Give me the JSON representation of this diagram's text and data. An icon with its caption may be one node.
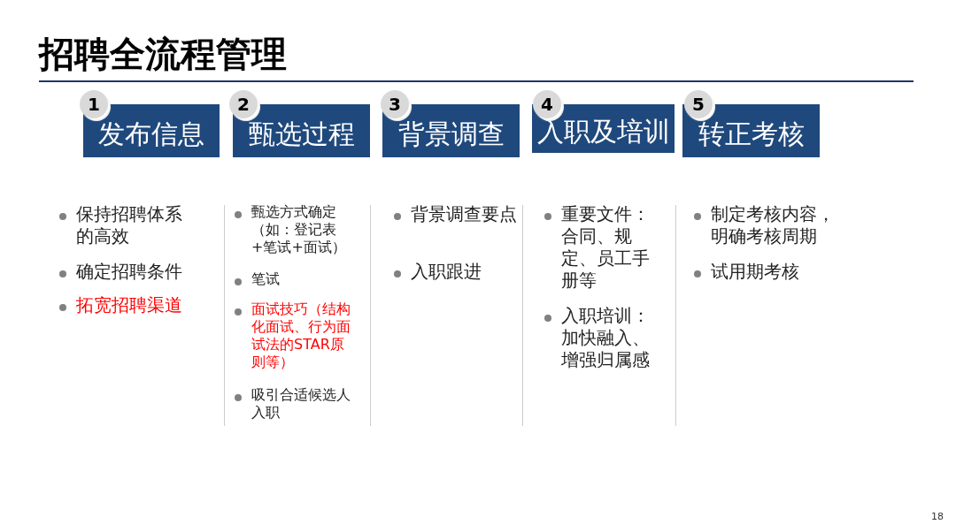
{
  "diagram": {
    "title": "招聘全流程管理",
    "nodes": [
      {
        "text": [
          "发布信息"
        ]
      },
      {
        "text": [
          "甄选过程"
        ]
      },
      {
        "text": [
          "背景调查"
        ]
      },
      {
        "text": [
          "入职及培训"
        ]
      },
      {
        "text": [
          "转正考核"
        ]
      },
      {
        "text": [
          "1"
        ]
      },
      {
        "text": [
          "2"
        ]
      },
      {
        "text": [
          "3"
        ]
      },
      {
        "text": [
          "4"
        ]
      },
      {
        "text": [
          "5"
        ]
      }
    ],
    "edges": [],
    "labels": [
      "保持招聘体系的高效",
      "确定招聘条件",
      "拓宽招聘渠道",
      "甄选方式确定（如：登记表+笔试+面试）",
      "笔试",
      "面试技巧（结构化面试、行为面试法的STAR原则等）",
      "吸引合适候选人入职",
      "背景调查要点",
      "入职跟进",
      "重要文件：合同、规定、员工手册等",
      "入职培训：加快融入、增强归属感",
      "制定考核内容，明确考核周期",
      "试用期考核",
      "18"
    ]
  }
}
